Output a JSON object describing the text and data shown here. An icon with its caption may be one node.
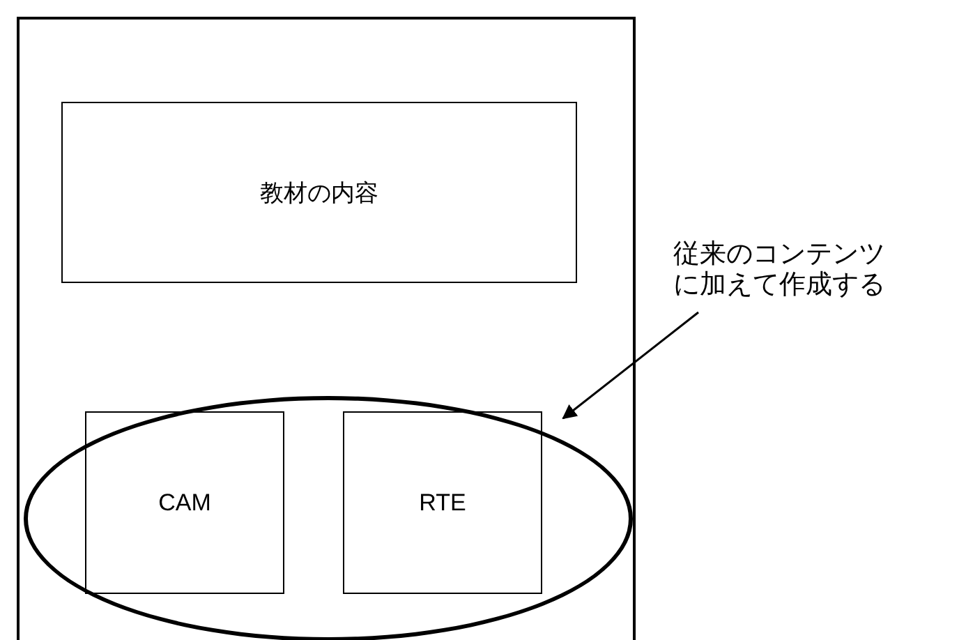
{
  "diagram": {
    "nodes": [
      {
        "text": [],
        "shape": "box"
      },
      {
        "text": [
          "教材の内容"
        ],
        "in": 0
      },
      {
        "text": [],
        "shape": "ellipse",
        "in": 0
      },
      {
        "text": [
          "CAM"
        ],
        "in": 2
      },
      {
        "text": [
          "RTE"
        ],
        "in": 2
      },
      {
        "text": [
          "従来のコンテンツに加えて作成する"
        ]
      }
    ],
    "edges": [
      {
        "from": 5,
        "to": 2,
        "arrow": "to"
      }
    ]
  }
}
